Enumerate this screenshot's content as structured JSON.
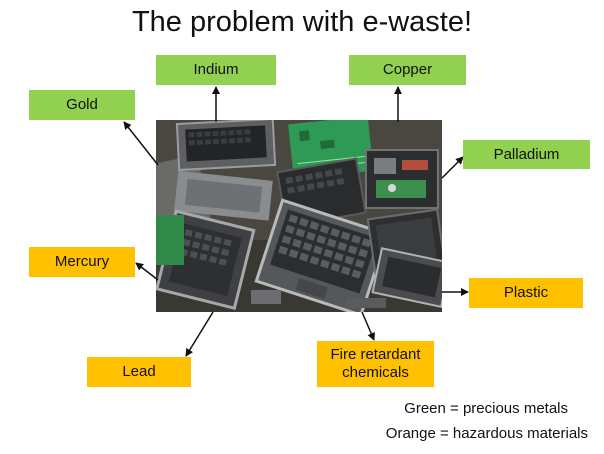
{
  "title": "The problem with e-waste!",
  "labels": {
    "gold": "Gold",
    "indium": "Indium",
    "copper": "Copper",
    "palladium": "Palladium",
    "mercury": "Mercury",
    "plastic": "Plastic",
    "lead": "Lead",
    "fire_retardant": "Fire retardant chemicals"
  },
  "legend": {
    "green": "Green = precious metals",
    "orange": "Orange = hazardous materials"
  },
  "colors": {
    "precious": "#92d050",
    "hazardous": "#ffc000"
  },
  "image": {
    "description_icon": "e-waste-pile-photo"
  }
}
